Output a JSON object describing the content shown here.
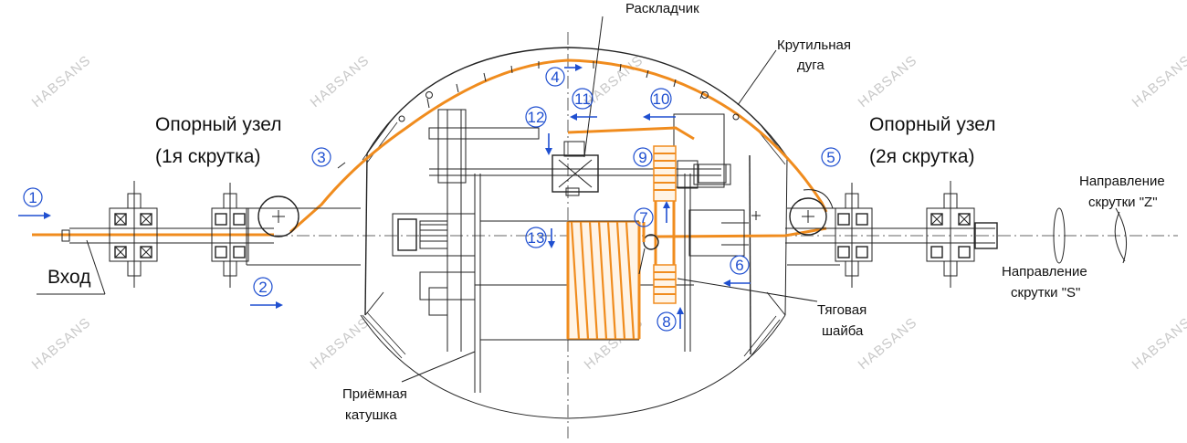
{
  "labels": {
    "layer": "Раскладчик",
    "twist_arc_1": "Крутильная",
    "twist_arc_2": "дуга",
    "support_left_1": "Опорный узел",
    "support_left_2": "(1я скрутка)",
    "support_right_1": "Опорный узел",
    "support_right_2": "(2я скрутка)",
    "direction_z_1": "Направление",
    "direction_z_2": "скрутки \"Z\"",
    "direction_s_1": "Направление",
    "direction_s_2": "скрутки \"S\"",
    "input": "Вход",
    "capstan_1": "Тяговая",
    "capstan_2": "шайба",
    "takeup_1": "Приёмная",
    "takeup_2": "катушка"
  },
  "steps": [
    "1",
    "2",
    "3",
    "4",
    "5",
    "6",
    "7",
    "8",
    "9",
    "10",
    "11",
    "12",
    "13"
  ],
  "watermark": "HABSANS",
  "colors": {
    "wire": "#f08c1e",
    "step": "#1f4fd0",
    "line": "#222222"
  }
}
